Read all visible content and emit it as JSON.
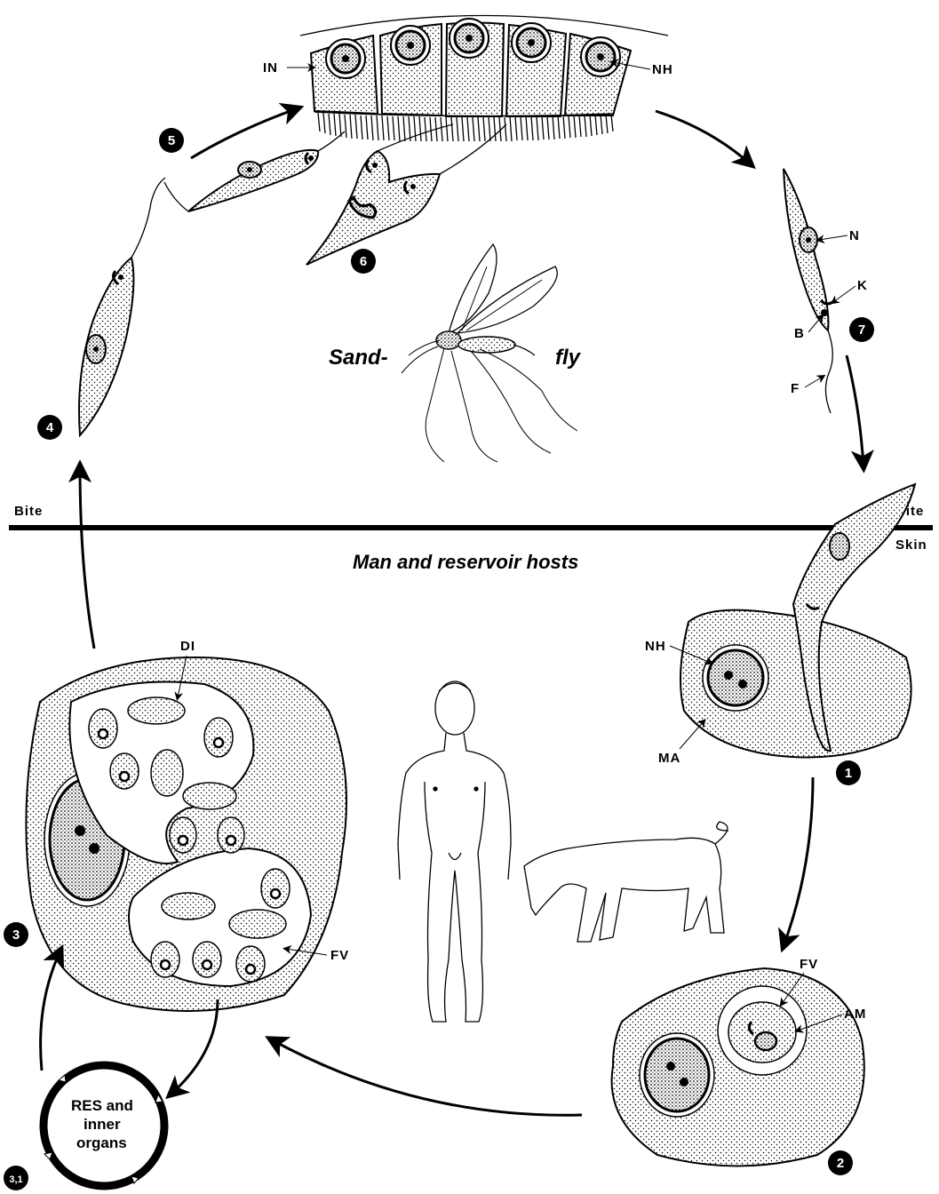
{
  "diagram": {
    "region_labels": {
      "bite_left": "Bite",
      "bite_right": "Bite",
      "skin": "Skin",
      "hosts_caption": "Man and reservoir hosts",
      "vector_left": "Sand-",
      "vector_right": "fly"
    },
    "stages": [
      "1",
      "2",
      "3",
      "3,1",
      "4",
      "5",
      "6",
      "7"
    ],
    "structure_labels": {
      "IN": "IN",
      "NH_gut": "NH",
      "N": "N",
      "K": "K",
      "B": "B",
      "F": "F",
      "NH_macrophage": "NH",
      "MA": "MA",
      "DI": "DI",
      "FV_large": "FV",
      "FV_small": "FV",
      "AM": "AM"
    },
    "res_box": {
      "line1": "RES and",
      "line2": "inner",
      "line3": "organs"
    }
  }
}
